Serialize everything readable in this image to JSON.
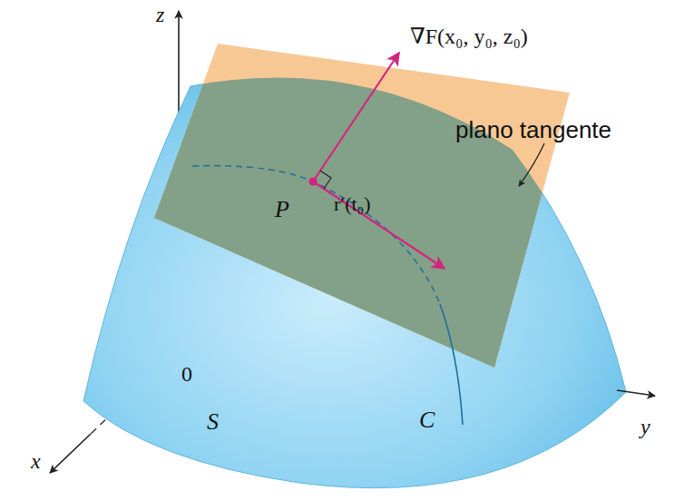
{
  "diagram": {
    "labels": [
      "z",
      "∇F(x₀, y₀, z₀)",
      "plano tangente",
      "P",
      "r′(t₀)",
      "0",
      "S",
      "C",
      "y",
      "x"
    ]
  }
}
